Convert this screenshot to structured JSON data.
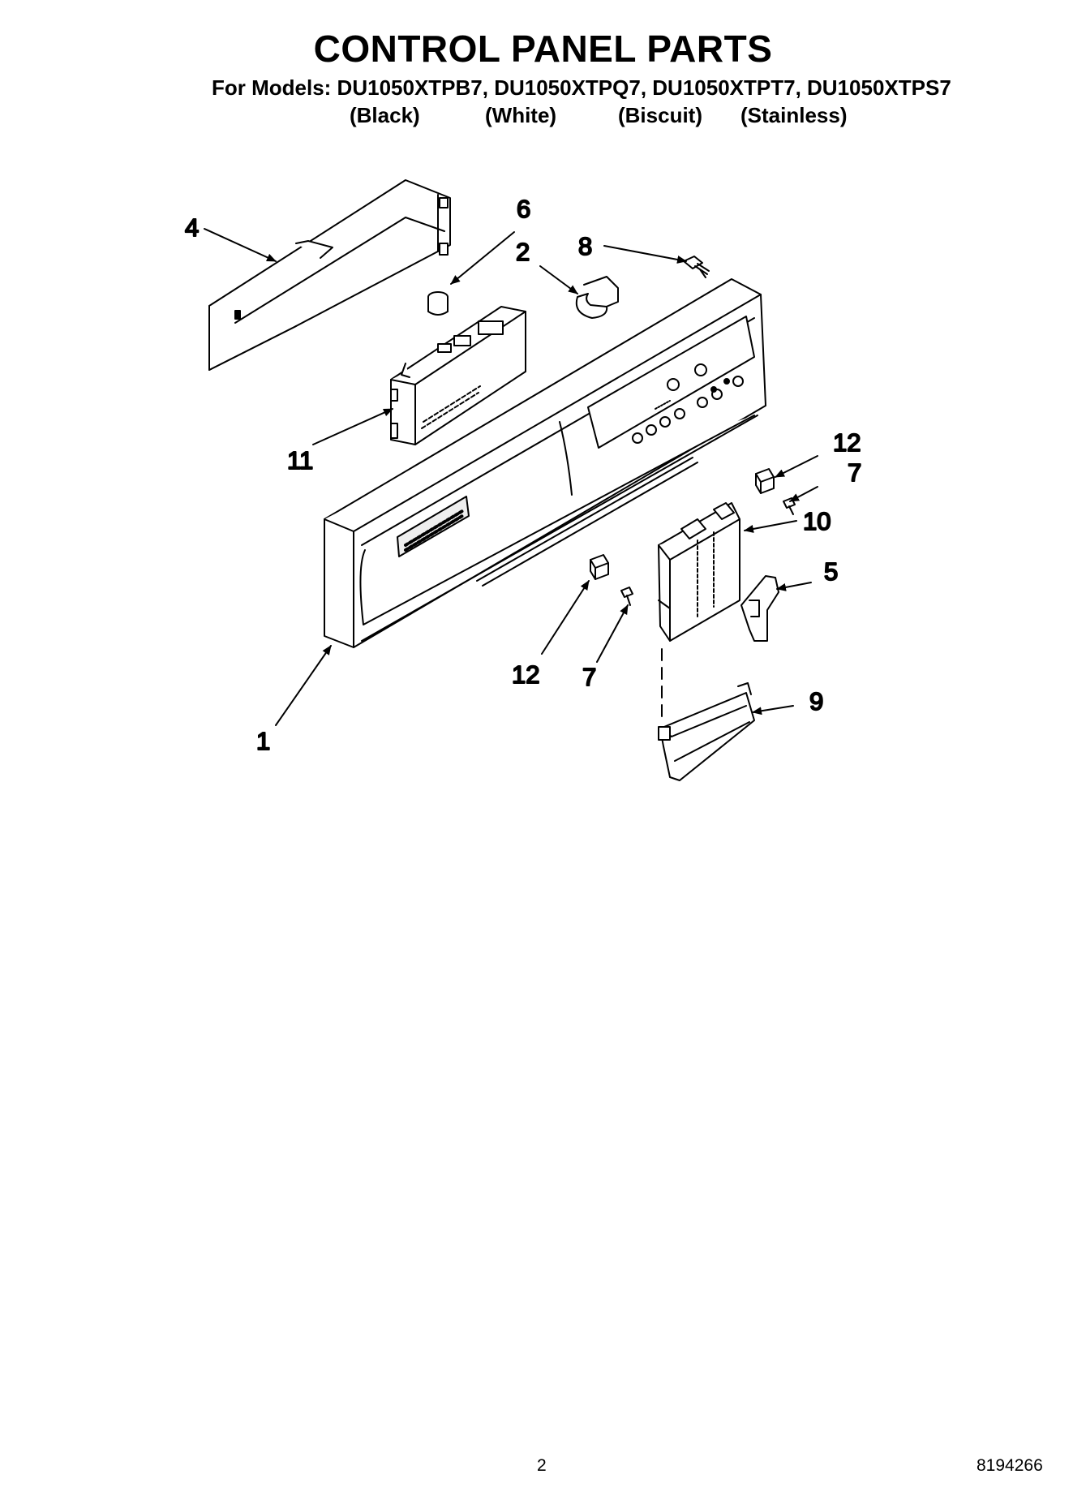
{
  "header": {
    "title": "CONTROL PANEL PARTS",
    "models_line": "For Models: DU1050XTPB7, DU1050XTPQ7, DU1050XTPT7, DU1050XTPS7",
    "variants": [
      "(Black)",
      "(White)",
      "(Biscuit)",
      "(Stainless)"
    ]
  },
  "diagram": {
    "callouts": [
      "4",
      "6",
      "2",
      "8",
      "11",
      "12",
      "7",
      "10",
      "5",
      "12",
      "7",
      "9",
      "1"
    ]
  },
  "footer": {
    "page_number": "2",
    "document_number": "8194266"
  }
}
